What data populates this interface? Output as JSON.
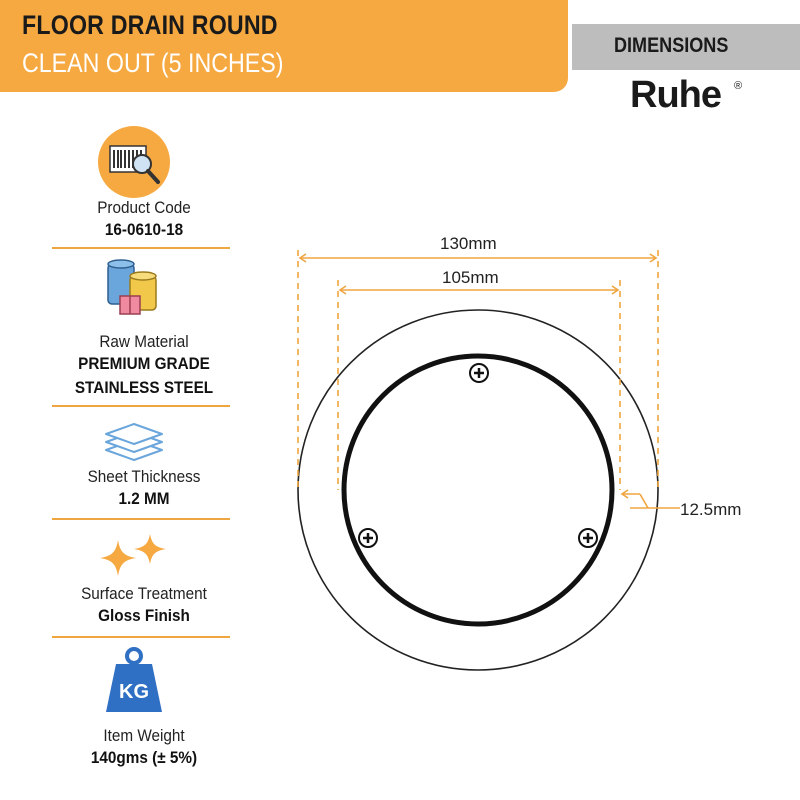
{
  "header": {
    "title": "FLOOR DRAIN ROUND",
    "subtitle": "CLEAN OUT (5 INCHES)",
    "dimensions_label": "DIMENSIONS",
    "brand": "Ruhe",
    "brand_mark": "®"
  },
  "specs": [
    {
      "icon": "barcode-icon",
      "label": "Product Code",
      "value": "16-0610-18"
    },
    {
      "icon": "raw-material-icon",
      "label": "Raw Material",
      "value": "PREMIUM GRADE",
      "value2": "STAINLESS STEEL"
    },
    {
      "icon": "sheet-layers-icon",
      "label": "Sheet Thickness",
      "value": "1.2 MM"
    },
    {
      "icon": "sparkle-icon",
      "label": "Surface Treatment",
      "value": "Gloss Finish"
    },
    {
      "icon": "weight-icon",
      "label": "Item Weight",
      "value": "140gms (± 5%)",
      "icon_text": "KG"
    }
  ],
  "dimensions": {
    "outer": "130mm",
    "inner": "105mm",
    "rim": "12.5mm"
  },
  "colors": {
    "accent": "#f6a941",
    "gray_bar": "#bdbdbd",
    "dim_line": "#f0a640"
  }
}
